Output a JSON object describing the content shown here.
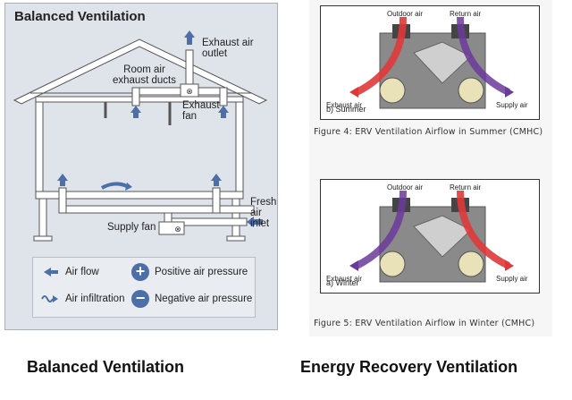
{
  "left_panel": {
    "title": "Balanced Ventilation",
    "labels": {
      "exhaust_outlet": "Exhaust air\noutlet",
      "room_ducts": "Room air\nexhaust ducts",
      "exhaust_fan": "Exhaust\nfan",
      "fresh_inlet": "Fresh\nair\ninlet",
      "supply_fan": "Supply fan"
    },
    "legend": {
      "air_flow": "Air flow",
      "air_infiltration": "Air infiltration",
      "positive": "Positive air pressure",
      "negative": "Negative air pressure"
    }
  },
  "figures": [
    {
      "outdoor_label": "Outdoor air",
      "return_label": "Return air",
      "exhaust_label": "Exhaust air",
      "supply_label": "Supply air",
      "mode": "b) Summer",
      "caption": "Figure 4: ERV Ventilation Airflow in Summer (CMHC)"
    },
    {
      "outdoor_label": "Outdoor air",
      "return_label": "Return air",
      "exhaust_label": "Exhaust air",
      "supply_label": "Supply air",
      "mode": "a) Winter",
      "caption": "Figure 5: ERV Ventilation Airflow in Winter (CMHC)"
    }
  ],
  "footer": {
    "left": "Balanced Ventilation",
    "right": "Energy Recovery Ventilation"
  },
  "colors": {
    "duct": "#ffffff",
    "arrow_blue": "#4c6fa8",
    "hot_red": "#e0383a",
    "cool_purple": "#6a3a9a",
    "unit_gray": "#8a8a8a"
  }
}
